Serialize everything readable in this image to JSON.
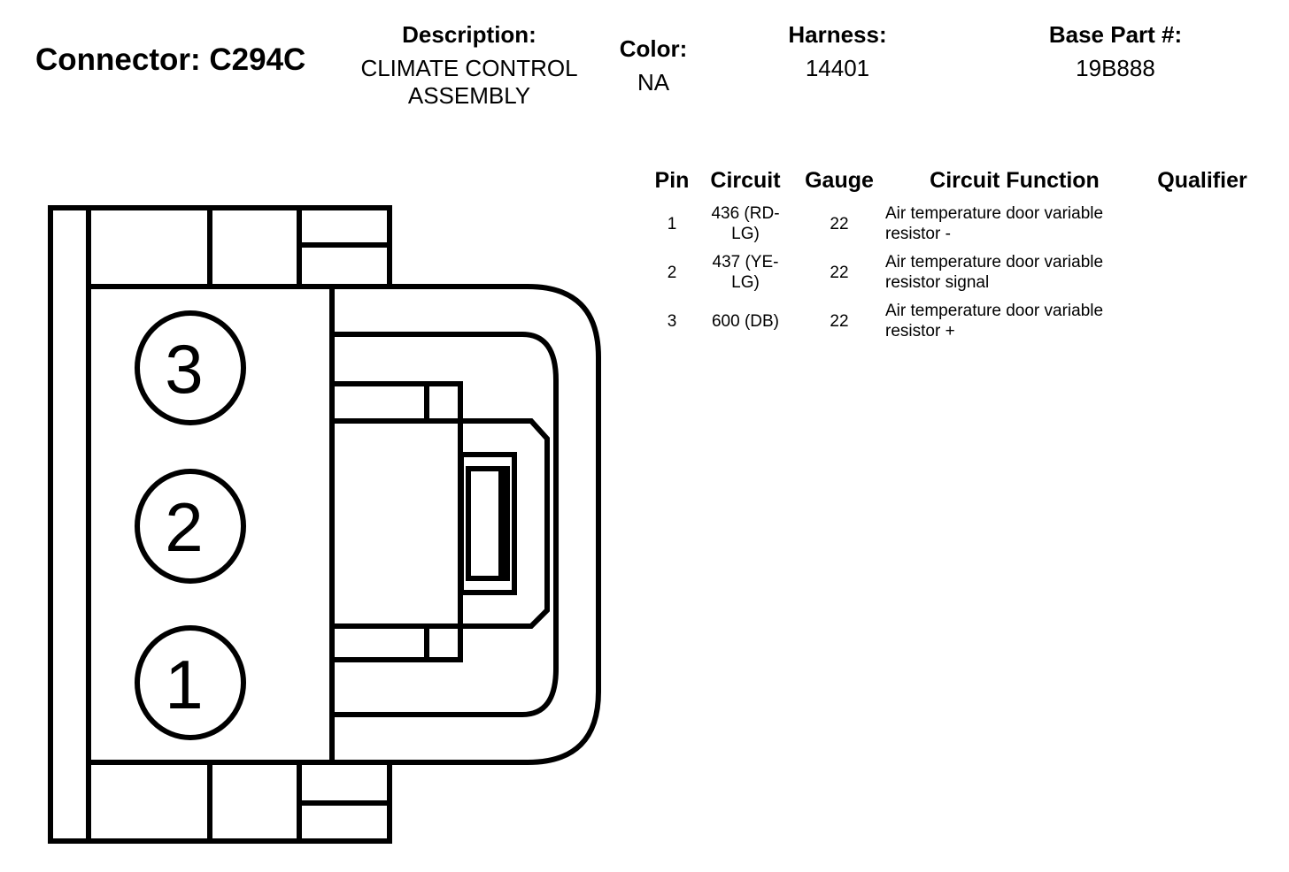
{
  "header": {
    "connector_title": "Connector: C294C",
    "description": {
      "label": "Description:",
      "lines": [
        "CLIMATE CONTROL",
        "ASSEMBLY"
      ]
    },
    "color": {
      "label": "Color:",
      "value": "NA"
    },
    "harness": {
      "label": "Harness:",
      "value": "14401"
    },
    "base_part": {
      "label": "Base Part #:",
      "value": "19B888"
    }
  },
  "table": {
    "columns": [
      "Pin",
      "Circuit",
      "Gauge",
      "Circuit Function",
      "Qualifier"
    ],
    "rows": [
      {
        "pin": "1",
        "circuit_lines": [
          "436 (RD-",
          "LG)"
        ],
        "gauge": "22",
        "function_lines": [
          "Air temperature door variable",
          "resistor -"
        ],
        "qualifier": ""
      },
      {
        "pin": "2",
        "circuit_lines": [
          "437 (YE-",
          "LG)"
        ],
        "gauge": "22",
        "function_lines": [
          "Air temperature door variable",
          "resistor signal"
        ],
        "qualifier": ""
      },
      {
        "pin": "3",
        "circuit_lines": [
          "600 (DB)"
        ],
        "gauge": "22",
        "function_lines": [
          "Air temperature door variable",
          "resistor +"
        ],
        "qualifier": ""
      }
    ]
  },
  "diagram": {
    "pin_labels": [
      "3",
      "2",
      "1"
    ]
  }
}
